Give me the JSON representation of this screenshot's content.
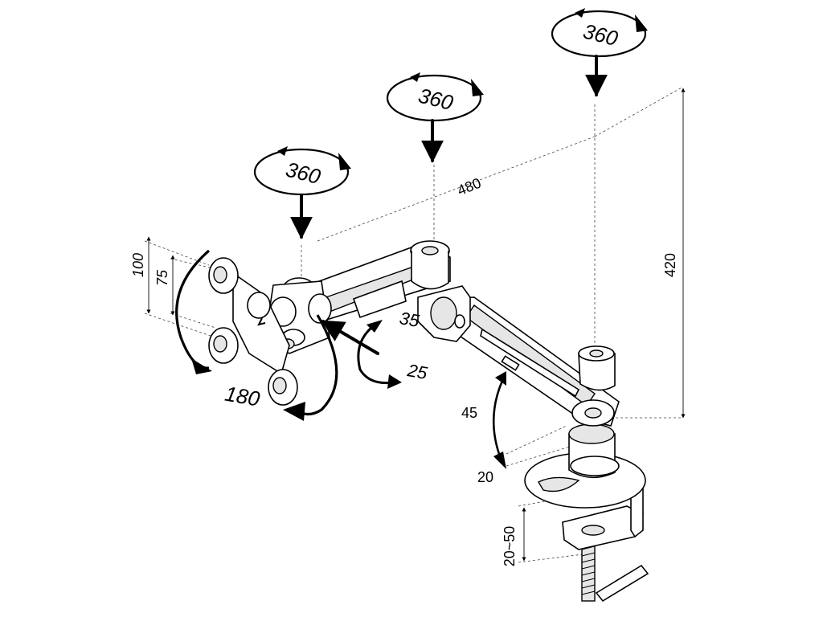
{
  "labels": {
    "rot_top": "360",
    "rot_mid": "360",
    "rot_left": "360",
    "dim_arm_length": "480",
    "dim_height": "420",
    "dim_vesa_100": "100",
    "dim_vesa_75": "75",
    "tilt_up": "35",
    "tilt_down": "25",
    "rotate_180": "180",
    "arm_up": "45",
    "arm_down": "20",
    "clamp_range": "20~50"
  },
  "colors": {
    "ink": "#000000",
    "fill": "#ffffff",
    "shade": "#e6e6e6"
  }
}
